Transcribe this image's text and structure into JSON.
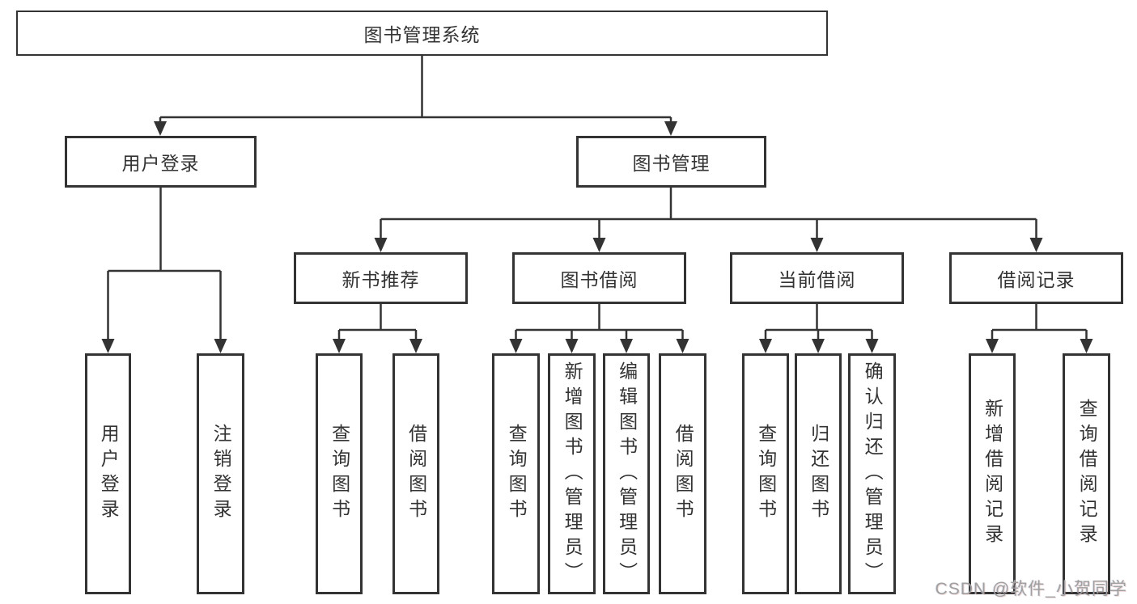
{
  "nodes": {
    "root": "图书管理系统",
    "user_login": "用户登录",
    "book_mgmt": "图书管理",
    "new_book_rec": "新书推荐",
    "book_borrow": "图书借阅",
    "current_borrow": "当前借阅",
    "borrow_record": "借阅记录",
    "leaf_user_login": "用户登录",
    "leaf_logout": "注销登录",
    "leaf_nb_query": "查询图书",
    "leaf_nb_borrow": "借阅图书",
    "leaf_bb_query": "查询图书",
    "leaf_bb_add": "新增图书（管理员）",
    "leaf_bb_edit": "编辑图书（管理员）",
    "leaf_bb_borrow": "借阅图书",
    "leaf_cb_query": "查询图书",
    "leaf_cb_return": "归还图书",
    "leaf_cb_confirm": "确认归还（管理员）",
    "leaf_br_add": "新增借阅记录",
    "leaf_br_query": "查询借阅记录"
  },
  "watermark": "CSDN @软件_小贺同学",
  "colors": {
    "line": "#333333",
    "box_background": "#ffffff",
    "text": "#333333",
    "watermark": "#a0a0a0"
  }
}
